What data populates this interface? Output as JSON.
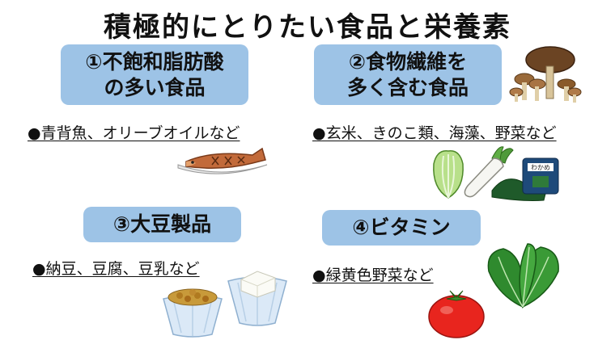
{
  "title": "積極的にとりたい食品と栄養素",
  "sections": [
    {
      "heading_line1": "①不飽和脂肪酸",
      "heading_line2": "の多い食品",
      "items": "●青背魚、オリーブオイルなど"
    },
    {
      "heading_line1": "②食物繊維を",
      "heading_line2": "多く含む食品",
      "items": "●玄米、きのこ類、海藻、野菜など"
    },
    {
      "heading_line1": "③大豆製品",
      "items": "●納豆、豆腐、豆乳など"
    },
    {
      "heading_line1": "④ビタミン",
      "items": "●緑黄色野菜など"
    }
  ],
  "seaweed_label": "わかめ",
  "colors": {
    "badge": "#9dc3e6",
    "text": "#111111"
  },
  "icons": [
    "fish-icon",
    "mushroom-icon",
    "cabbage-icon",
    "daikon-icon",
    "seaweed-icon",
    "natto-icon",
    "tofu-icon",
    "tomato-icon",
    "spinach-icon"
  ]
}
